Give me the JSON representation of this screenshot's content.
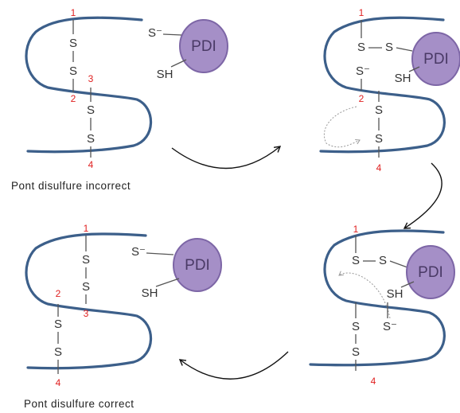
{
  "pdi_label": "PDI",
  "sulfur": "S",
  "thiolate": "S⁻",
  "thiol": "SH",
  "positions": [
    "1",
    "2",
    "3",
    "4"
  ],
  "captions": {
    "incorrect": "Pont disulfure incorrect",
    "correct": "Pont disulfure correct"
  },
  "colors": {
    "chain": "#3c5f8a",
    "pdi_fill": "#a58fc7",
    "position_numbers": "#e02020"
  }
}
